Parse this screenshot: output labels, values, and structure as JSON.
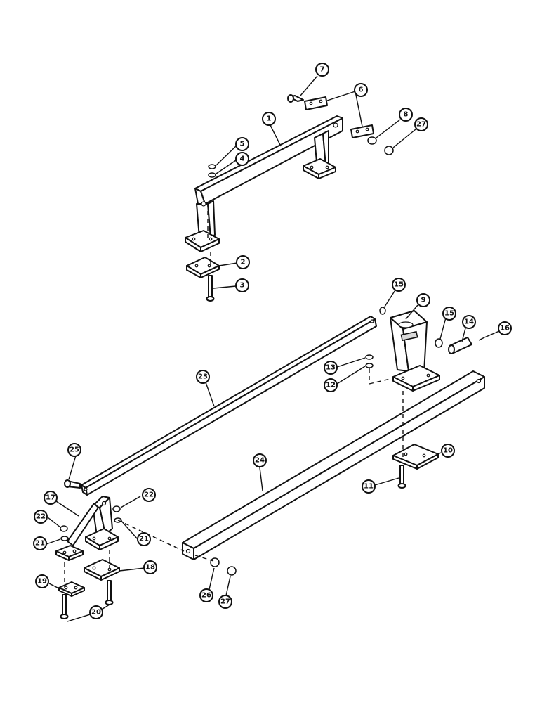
{
  "callouts": [
    {
      "id": "c1",
      "number": "1"
    },
    {
      "id": "c2",
      "number": "2"
    },
    {
      "id": "c3",
      "number": "3"
    },
    {
      "id": "c4",
      "number": "4"
    },
    {
      "id": "c5",
      "number": "5"
    },
    {
      "id": "c6",
      "number": "6"
    },
    {
      "id": "c7",
      "number": "7"
    },
    {
      "id": "c8",
      "number": "8"
    },
    {
      "id": "c27a",
      "number": "27"
    },
    {
      "id": "c9",
      "number": "9"
    },
    {
      "id": "c10",
      "number": "10"
    },
    {
      "id": "c11",
      "number": "11"
    },
    {
      "id": "c12",
      "number": "12"
    },
    {
      "id": "c13",
      "number": "13"
    },
    {
      "id": "c14",
      "number": "14"
    },
    {
      "id": "c15a",
      "number": "15"
    },
    {
      "id": "c15b",
      "number": "15"
    },
    {
      "id": "c16",
      "number": "16"
    },
    {
      "id": "c17",
      "number": "17"
    },
    {
      "id": "c18",
      "number": "18"
    },
    {
      "id": "c19",
      "number": "19"
    },
    {
      "id": "c20",
      "number": "20"
    },
    {
      "id": "c21a",
      "number": "21"
    },
    {
      "id": "c21b",
      "number": "21"
    },
    {
      "id": "c22a",
      "number": "22"
    },
    {
      "id": "c22b",
      "number": "22"
    },
    {
      "id": "c23",
      "number": "23"
    },
    {
      "id": "c24",
      "number": "24"
    },
    {
      "id": "c25",
      "number": "25"
    },
    {
      "id": "c26",
      "number": "26"
    },
    {
      "id": "c27b",
      "number": "27"
    }
  ]
}
